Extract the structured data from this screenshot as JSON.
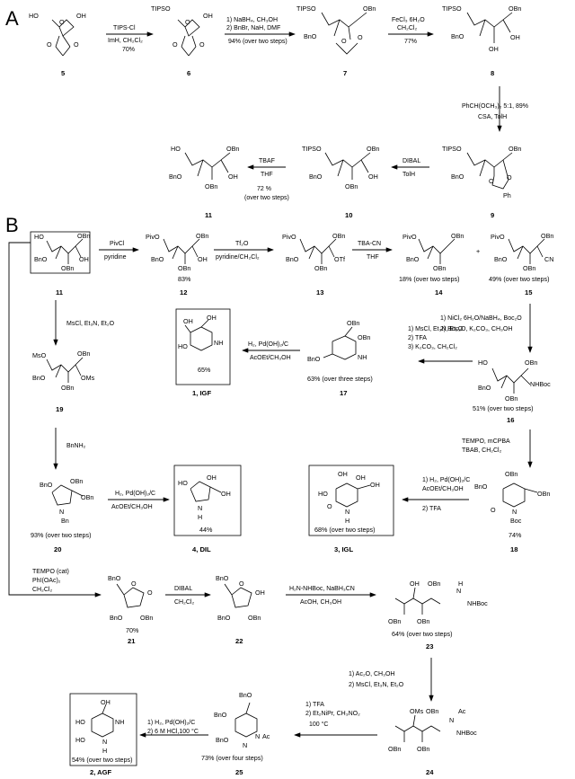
{
  "sections": [
    "A",
    "B"
  ],
  "compounds": {
    "c5": {
      "label": "5",
      "groups": [
        "HO",
        "OH",
        "O",
        "O",
        "O"
      ]
    },
    "c6": {
      "label": "6",
      "groups": [
        "TIPSO",
        "OH",
        "O",
        "O",
        "O"
      ]
    },
    "c7": {
      "label": "7",
      "groups": [
        "TIPSO",
        "OBn",
        "BnO",
        "O",
        "O"
      ]
    },
    "c8": {
      "label": "8",
      "groups": [
        "TIPSO",
        "OBn",
        "BnO",
        "OH",
        "OH"
      ]
    },
    "c9": {
      "label": "9",
      "groups": [
        "TIPSO",
        "OBn",
        "BnO",
        "O",
        "O",
        "Ph"
      ]
    },
    "c10": {
      "label": "10",
      "groups": [
        "TIPSO",
        "OBn",
        "BnO",
        "OH",
        "OBn"
      ]
    },
    "c11a": {
      "label": "11",
      "groups": [
        "HO",
        "OBn",
        "BnO",
        "OH",
        "OBn"
      ]
    },
    "c11b": {
      "label": "11",
      "groups": [
        "HO",
        "OBn",
        "BnO",
        "OH",
        "OBn"
      ]
    },
    "c12": {
      "label": "12",
      "yield": "83%",
      "groups": [
        "PivO",
        "OBn",
        "BnO",
        "OH",
        "OBn"
      ]
    },
    "c13": {
      "label": "13",
      "groups": [
        "PivO",
        "OBn",
        "BnO",
        "OTf",
        "OBn"
      ]
    },
    "c14": {
      "label": "14",
      "yield": "18% (over two steps)",
      "groups": [
        "PivO",
        "OBn",
        "BnO",
        "OBn"
      ]
    },
    "c15": {
      "label": "15",
      "yield": "49% (over two steps)",
      "groups": [
        "PivO",
        "OBn",
        "BnO",
        "CN",
        "OBn"
      ]
    },
    "c16": {
      "label": "16",
      "yield": "51% (over two steps)",
      "groups": [
        "HO",
        "OBn",
        "BnO",
        "NHBoc",
        "OBn"
      ]
    },
    "c17": {
      "label": "17",
      "yield": "63% (over three steps)",
      "groups": [
        "OBn",
        "OBn",
        "BnO",
        "NH"
      ]
    },
    "c1": {
      "label": "1, IGF",
      "yield": "65%",
      "groups": [
        "OH",
        "OH",
        "HO",
        "NH"
      ]
    },
    "c19": {
      "label": "19",
      "groups": [
        "MsO",
        "OBn",
        "BnO",
        "OMs",
        "OBn"
      ]
    },
    "c20": {
      "label": "20",
      "yield": "93% (over two steps)",
      "groups": [
        "BnO",
        "OBn",
        "OBn",
        "N",
        "Bn"
      ]
    },
    "c4": {
      "label": "4, DIL",
      "yield": "44%",
      "groups": [
        "HO",
        "OH",
        "OH",
        "N",
        "H"
      ]
    },
    "c3": {
      "label": "3, IGL",
      "yield": "68% (over two steps)",
      "groups": [
        "OH",
        "OH",
        "HO",
        "OH",
        "O",
        "N",
        "H"
      ]
    },
    "c18": {
      "label": "18",
      "yield": "74%",
      "groups": [
        "OBn",
        "BnO",
        "OBn",
        "O",
        "N",
        "Boc"
      ]
    },
    "c21": {
      "label": "21",
      "yield": "70%",
      "groups": [
        "BnO",
        "O",
        "O",
        "BnO",
        "OBn"
      ]
    },
    "c22": {
      "label": "22",
      "groups": [
        "BnO",
        "O",
        "OH",
        "BnO",
        "OBn"
      ]
    },
    "c23": {
      "label": "23",
      "yield": "64% (over two steps)",
      "groups": [
        "OH",
        "OBn",
        "N",
        "H",
        "NHBoc",
        "OBn",
        "OBn"
      ]
    },
    "c24": {
      "label": "24",
      "groups": [
        "OMs",
        "OBn",
        "Ac",
        "N",
        "NHBoc",
        "OBn",
        "OBn"
      ]
    },
    "c25": {
      "label": "25",
      "yield": "73% (over four steps)",
      "groups": [
        "BnO",
        "BnO",
        "N",
        "Ac",
        "BnO",
        "N"
      ]
    },
    "c2": {
      "label": "2, AGF",
      "yield": "54% (over two steps)",
      "groups": [
        "OH",
        "HO",
        "NH",
        "HO",
        "N",
        "H"
      ]
    }
  },
  "reactions": {
    "r5_6": {
      "above": [
        "TIPS-Cl"
      ],
      "below": [
        "ImH, CH₂Cl₂",
        "70%"
      ]
    },
    "r6_7": {
      "above": [
        "1) NaBH₄, CH₃OH",
        "2) BnBr, NaH, DMF"
      ],
      "below": [
        "94% (over two steps)"
      ]
    },
    "r7_8": {
      "above": [
        "FeCl₃ 6H₂O",
        "CH₂Cl₂"
      ],
      "below": [
        "77%"
      ]
    },
    "r8_9": {
      "side": [
        "PhCH(OCH₃)₂  5:1, 89%",
        "CSA, TolH"
      ]
    },
    "r9_10": {
      "above": [
        "DIBAL"
      ],
      "below": [
        "TolH"
      ]
    },
    "r10_11": {
      "above": [
        "TBAF"
      ],
      "below": [
        "THF",
        "72 %",
        "(over two steps)"
      ]
    },
    "r11_12": {
      "above": [
        "PivCl"
      ],
      "below": [
        "pyridine"
      ]
    },
    "r12_13": {
      "above": [
        "Tf₂O"
      ],
      "below": [
        "pyridine/CH₂Cl₂"
      ]
    },
    "r13_14": {
      "above": [
        "TBA-CN"
      ],
      "below": [
        "THF"
      ]
    },
    "plus": "+",
    "r15_16": {
      "side": [
        "1) NiCl₂ 6H₂O/NaBH₄, Boc₂O",
        "2) Boc₂O, K₂CO₃, CH₃OH"
      ]
    },
    "r16_17": {
      "above": [
        "1) MsCl, Et₃N, Et₂O",
        "2) TFA",
        "3) K₂CO₃, CH₂Cl₂"
      ]
    },
    "r17_1": {
      "above": [
        "H₂, Pd(OH)₂/C"
      ],
      "below": [
        "AcOEt/CH₃OH"
      ]
    },
    "r11_19": {
      "side": [
        "MsCl, Et₃N, Et₂O"
      ]
    },
    "r19_20": {
      "side": [
        "BnNH₂"
      ]
    },
    "r20_4": {
      "above": [
        "H₂, Pd(OH)₂/C"
      ],
      "below": [
        "AcOEt/CH₃OH"
      ]
    },
    "r16_18": {
      "side": [
        "TEMPO, mCPBA",
        "TBAB, CH₂Cl₂"
      ]
    },
    "r18_3": {
      "above": [
        "1) H₂, Pd(OH)₂/C",
        "AcOEt/CH₃OH"
      ],
      "below": [
        "2) TFA"
      ]
    },
    "r11_21": {
      "above": [
        "TEMPO (cat)",
        "PhI(OAc)₂",
        "CH₂Cl₂"
      ]
    },
    "r21_22": {
      "above": [
        "DIBAL"
      ],
      "below": [
        "CH₂Cl₂"
      ]
    },
    "r22_23": {
      "above": [
        "H₂N-NHBoc, NaBH₃CN"
      ],
      "below": [
        "AcOH, CH₃OH"
      ]
    },
    "r23_24": {
      "side": [
        "1) Ac₂O, CH₃OH",
        "2) MsCl, Et₃N, Et₂O"
      ]
    },
    "r24_25": {
      "above": [
        "1) TFA",
        "2) Et₂NiPr, CH₃NO₂"
      ],
      "below": [
        "100 °C"
      ]
    },
    "r25_2": {
      "above": [
        "1) H₂, Pd(OH)₂/C",
        "2) 6 M HCl,100 °C"
      ]
    }
  }
}
